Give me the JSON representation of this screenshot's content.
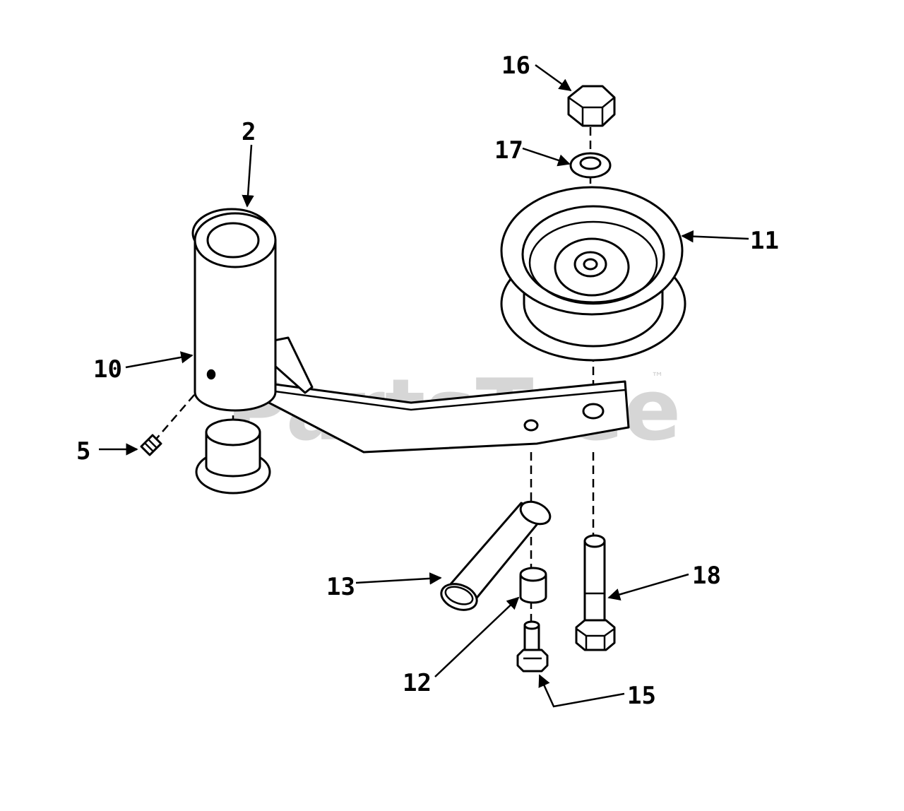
{
  "watermark": {
    "text": "PartsTree",
    "trademark": "™"
  },
  "callouts": [
    {
      "id": "c2",
      "label": "2"
    },
    {
      "id": "c5",
      "label": "5"
    },
    {
      "id": "c10",
      "label": "10"
    },
    {
      "id": "c11",
      "label": "11"
    },
    {
      "id": "c12",
      "label": "12"
    },
    {
      "id": "c13",
      "label": "13"
    },
    {
      "id": "c15",
      "label": "15"
    },
    {
      "id": "c16",
      "label": "16"
    },
    {
      "id": "c17",
      "label": "17"
    },
    {
      "id": "c18",
      "label": "18"
    }
  ]
}
